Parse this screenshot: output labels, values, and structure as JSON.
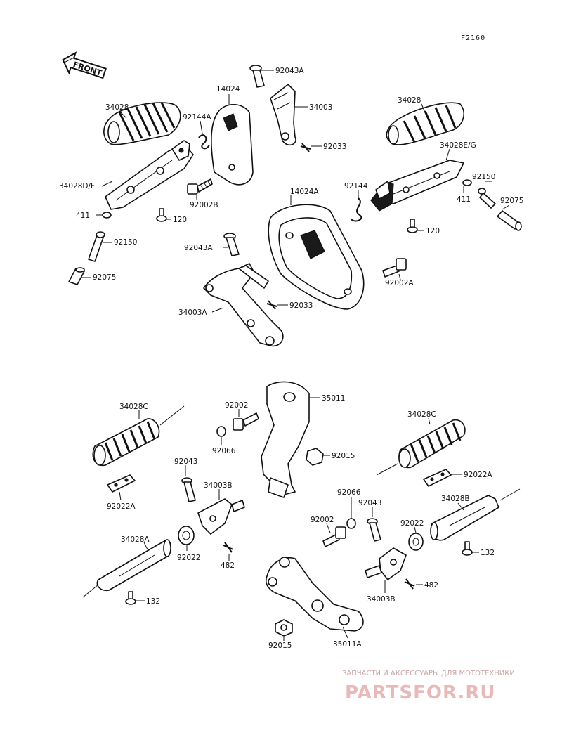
{
  "diagram_ref": "F2160",
  "front_label": "FRONT",
  "watermark": {
    "tagline": "ЗАПЧАСТИ И АКСЕССУАРЫ ДЛЯ МОТОТЕХНИКИ",
    "brand": "PARTSFOR.RU"
  },
  "labels": {
    "l_92043A_top": "92043A",
    "l_34003": "34003",
    "l_14024": "14024",
    "l_34028_left": "34028",
    "l_92144A": "92144A",
    "l_34028_right": "34028",
    "l_34028EG": "34028E/G",
    "l_92033_top": "92033",
    "l_34028DF": "34028D/F",
    "l_92002B": "92002B",
    "l_14024A": "14024A",
    "l_92144": "92144",
    "l_92150_right": "92150",
    "l_411_right": "411",
    "l_92075_right": "92075",
    "l_411_left": "411",
    "l_120_left": "120",
    "l_120_right": "120",
    "l_92150_left": "92150",
    "l_92043A_mid": "92043A",
    "l_92075_left": "92075",
    "l_92002A": "92002A",
    "l_92033_mid": "92033",
    "l_34003A": "34003A",
    "l_35011": "35011",
    "l_34028C_left": "34028C",
    "l_92002_top": "92002",
    "l_34028C_right": "34028C",
    "l_92066_top": "92066",
    "l_92015_top": "92015",
    "l_92043_left": "92043",
    "l_92022A_right": "92022A",
    "l_34003B_left": "34003B",
    "l_92022A_left": "92022A",
    "l_92066_right": "92066",
    "l_92043_right": "92043",
    "l_34028B": "34028B",
    "l_92002_mid": "92002",
    "l_92022_right": "92022",
    "l_34028A": "34028A",
    "l_92022_left": "92022",
    "l_482_left": "482",
    "l_132_right": "132",
    "l_482_right": "482",
    "l_34003B_right": "34003B",
    "l_132_left": "132",
    "l_92015_bottom": "92015",
    "l_35011A": "35011A"
  }
}
